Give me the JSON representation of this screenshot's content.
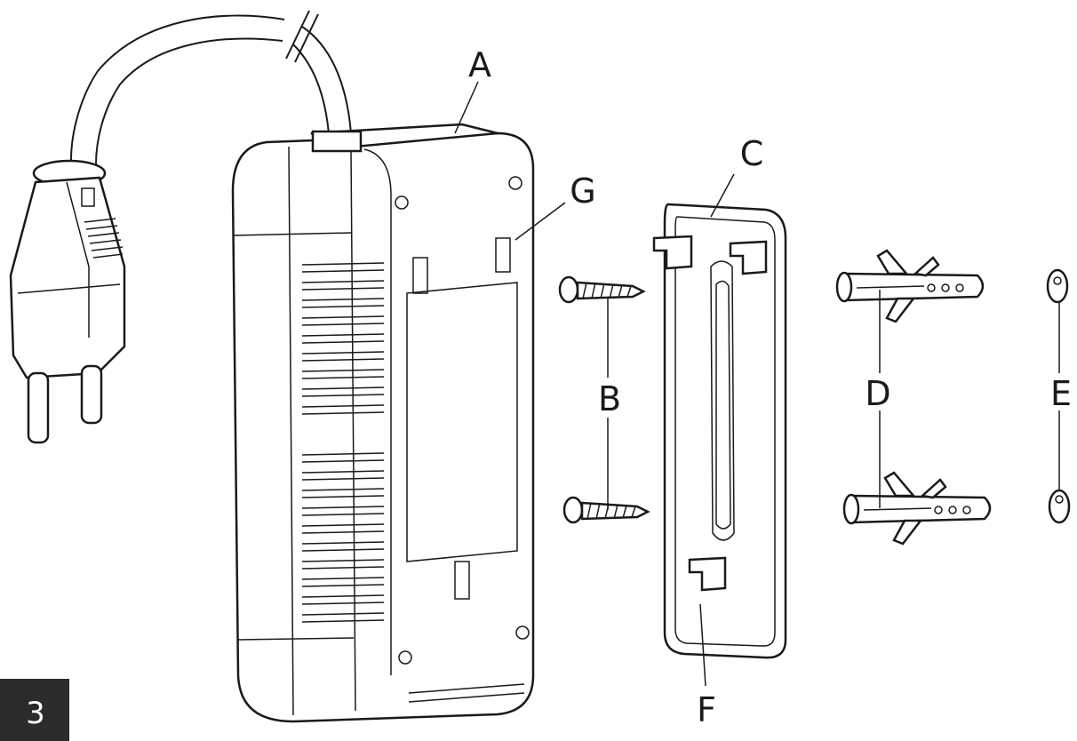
{
  "figure": {
    "step_number": "3",
    "labels": {
      "a": "A",
      "b": "B",
      "c": "C",
      "d": "D",
      "e": "E",
      "f": "F",
      "g": "G"
    },
    "colors": {
      "line": "#1a1a1a",
      "badge": "#2b2b2b",
      "background": "#ffffff"
    }
  }
}
